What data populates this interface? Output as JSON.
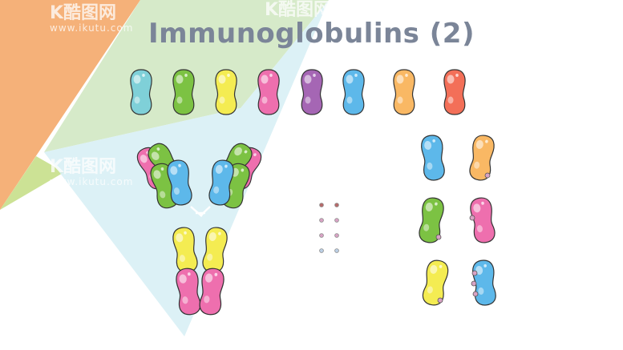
{
  "title": "Immunoglobulins (2)",
  "watermarks": [
    {
      "brand": "K酷图网",
      "url": "www.ikutu.com"
    },
    {
      "brand": "K酷图网",
      "url": ""
    },
    {
      "brand": "K酷图网",
      "url": "www.ikutu.com"
    }
  ],
  "colors": {
    "teal": "#7fd0d8",
    "green": "#7cc243",
    "yellow": "#f4ec52",
    "pink": "#ee6fae",
    "purple": "#a566b4",
    "blue": "#5db8ea",
    "peach": "#f9b864",
    "red": "#f36f58",
    "background_orange": "#f4a86a",
    "background_green": "#cfe6c0",
    "background_blue": "#d6eef4",
    "title": "#7b8598"
  },
  "domain_row": [
    "teal",
    "green",
    "yellow",
    "pink",
    "purple",
    "blue",
    "peach",
    "red"
  ],
  "right_pairs": [
    [
      "blue",
      "peach"
    ],
    [
      "green",
      "pink"
    ],
    [
      "yellow",
      "blue"
    ]
  ],
  "dot_grid_rows": 4
}
